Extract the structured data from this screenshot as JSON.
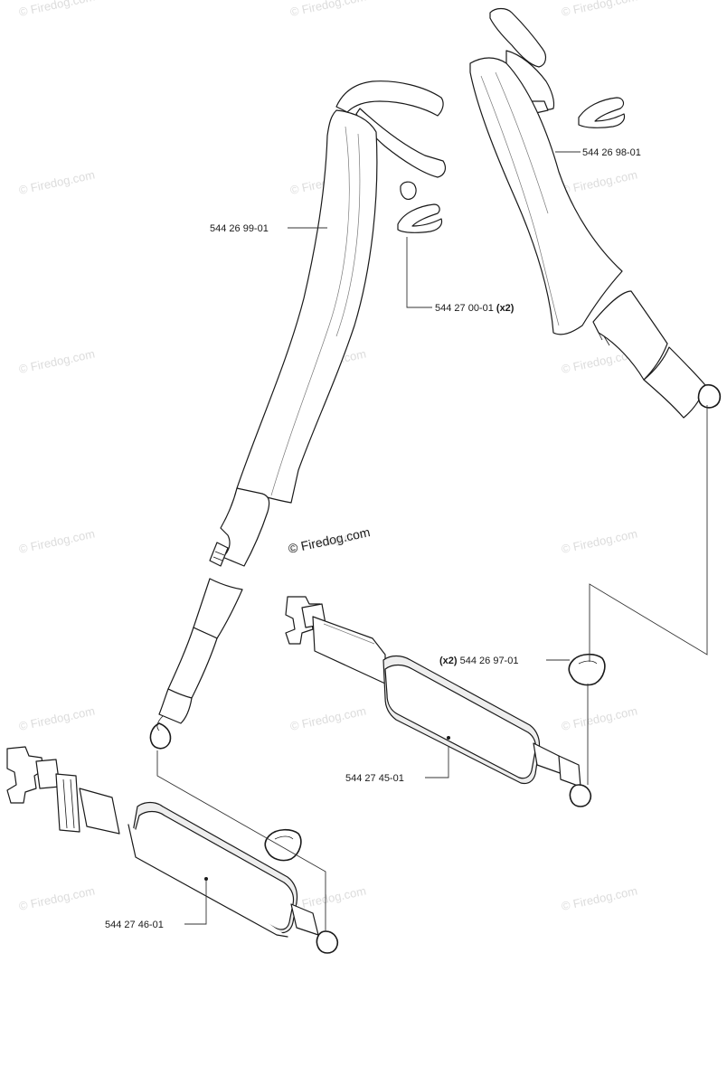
{
  "copyright": "© Firedog.com",
  "watermark": "© Firedog.com",
  "parts": [
    {
      "id": "shoulder-strap-left",
      "number": "544 26 99-01",
      "qty": ""
    },
    {
      "id": "strap-clip",
      "number": "544 27 00-01",
      "qty": "(x2)"
    },
    {
      "id": "shoulder-strap-right",
      "number": "544 26 98-01",
      "qty": ""
    },
    {
      "id": "d-ring",
      "number": "544 26 97-01",
      "qty": "(x2)"
    },
    {
      "id": "waist-pad-right",
      "number": "544 27 45-01",
      "qty": ""
    },
    {
      "id": "waist-pad-left",
      "number": "544 27 46-01",
      "qty": ""
    }
  ],
  "colors": {
    "line": "#1a1a1a",
    "watermark": "#dcdcdc",
    "background": "#ffffff"
  }
}
